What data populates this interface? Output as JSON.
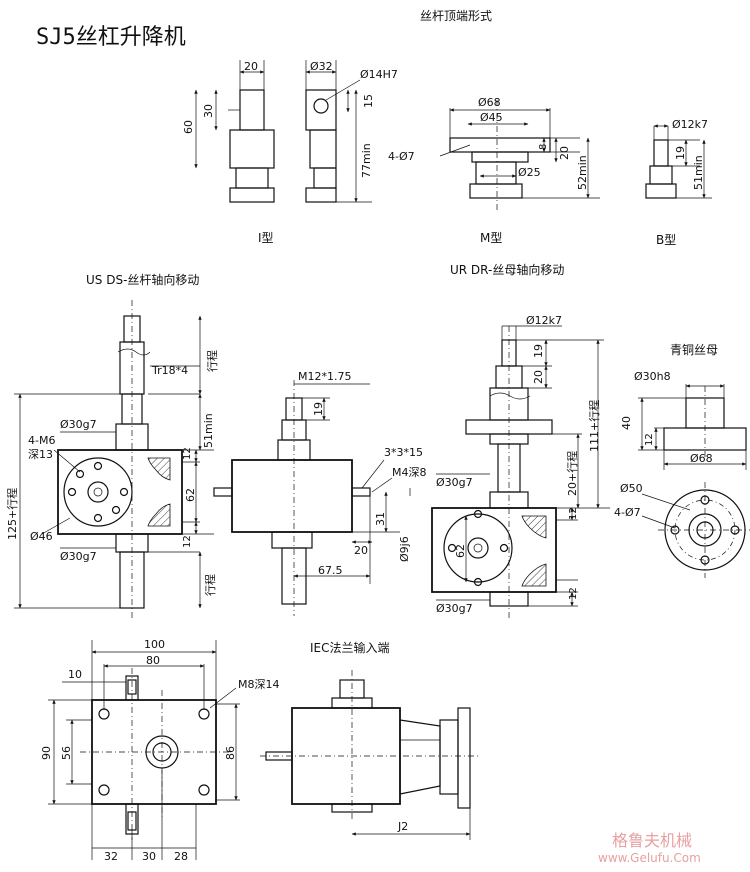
{
  "title": "SJ5丝杠升降机",
  "top_section": {
    "heading": "丝杆顶端形式",
    "i_type": {
      "label": "I型",
      "dims": {
        "w": "20",
        "h30": "30",
        "h60": "60",
        "d32": "Ø32",
        "d14": "Ø14H7",
        "h15": "15",
        "min77": "77min"
      }
    },
    "m_type": {
      "label": "M型",
      "dims": {
        "d68": "Ø68",
        "d45": "Ø45",
        "holes": "4-Ø7",
        "h8": "8",
        "h20": "20",
        "d25": "Ø25",
        "min52": "52min"
      }
    },
    "b_type": {
      "label": "B型",
      "dims": {
        "d12": "Ø12k7",
        "h19": "19",
        "min51": "51min"
      }
    }
  },
  "us_section": {
    "heading": "US  DS-丝杆轴向移动",
    "labels": {
      "thread": "Tr18*4",
      "stroke_top": "行程",
      "d30a": "Ø30g7",
      "m6": "4-M6",
      "depth13": "深13",
      "min51": "51min",
      "h12a": "12",
      "h62": "62",
      "h12b": "12",
      "len125": "125+行程",
      "d46": "Ø46",
      "d30b": "Ø30g7",
      "stroke_bot": "行程"
    },
    "side": {
      "m12": "M12*1.75",
      "h19": "19",
      "key": "3*3*15",
      "m4": "M4深8",
      "h31": "31",
      "w20": "20",
      "d9": "Ø9j6",
      "w67": "67.5"
    }
  },
  "ur_section": {
    "heading": "UR  DR-丝母轴向移动",
    "labels": {
      "d12": "Ø12k7",
      "h19": "19",
      "h20": "20",
      "len111": "111+行程",
      "d30a": "Ø30g7",
      "h20s": "20+行程",
      "h12a": "12",
      "h62": "62",
      "h12b": "12",
      "d30b": "Ø30g7"
    }
  },
  "nut_section": {
    "heading": "青铜丝母",
    "labels": {
      "d30": "Ø30h8",
      "h40": "40",
      "h12": "12",
      "d68": "Ø68",
      "d50": "Ø50",
      "holes": "4-Ø7"
    }
  },
  "bottom_section": {
    "heading": "IEC法兰输入端",
    "labels": {
      "w100": "100",
      "w80": "80",
      "w10": "10",
      "m8": "M8深14",
      "h90": "90",
      "h56": "56",
      "h86": "86",
      "b32": "32",
      "b30": "30",
      "b28": "28",
      "j2": "J2"
    }
  },
  "watermark": {
    "cn": "格鲁夫机械",
    "url": "www.Gelufu.Com"
  }
}
